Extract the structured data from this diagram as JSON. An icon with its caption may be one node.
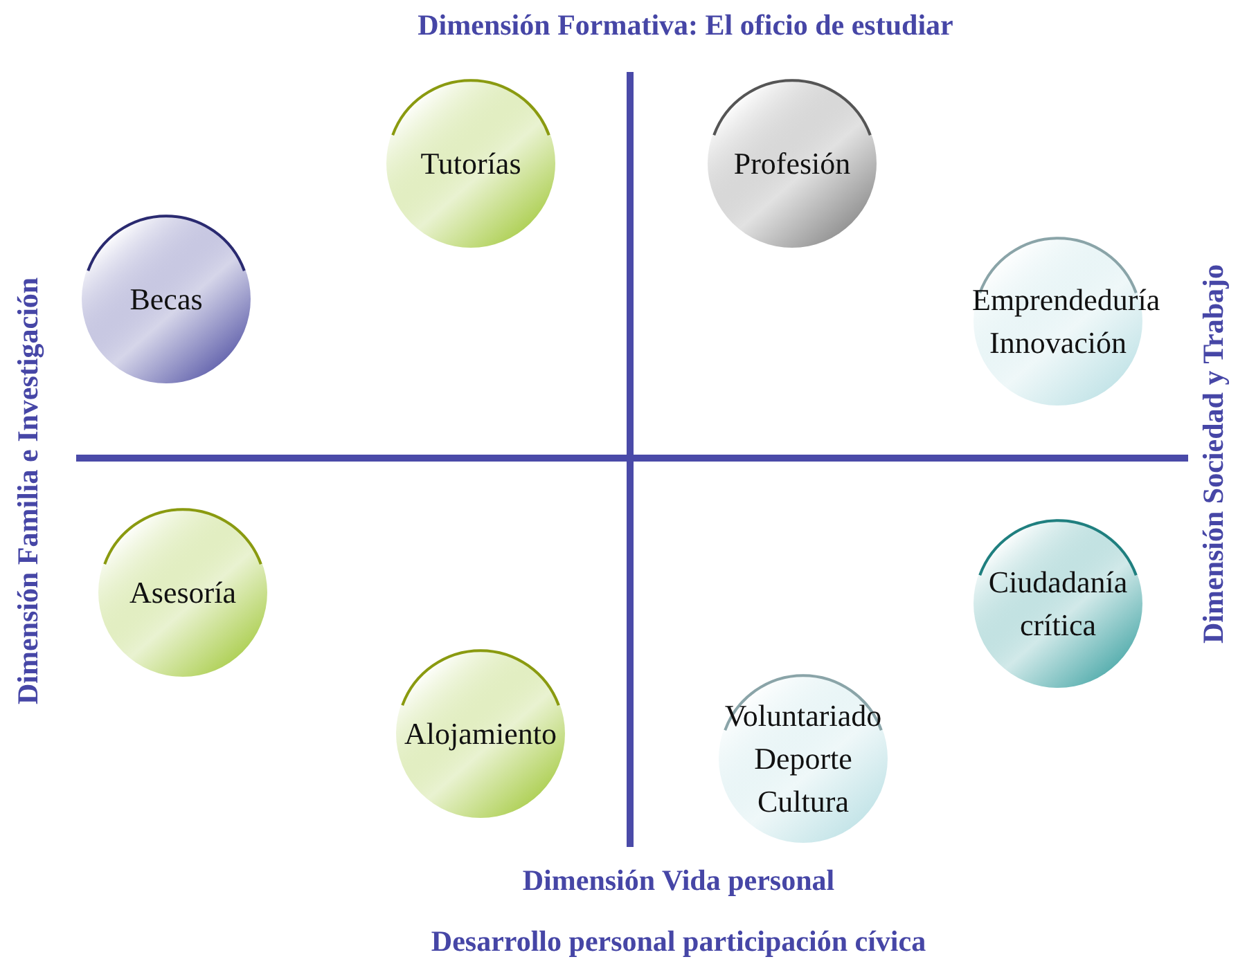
{
  "diagram": {
    "nodes": [
      {
        "text": [
          "Tutorías"
        ]
      },
      {
        "text": [
          "Profesión"
        ]
      },
      {
        "text": [
          "Becas"
        ]
      },
      {
        "text": [
          "Emprendeduría Innovación"
        ]
      },
      {
        "text": [
          "Asesoría"
        ]
      },
      {
        "text": [
          "Ciudadanía crítica"
        ]
      },
      {
        "text": [
          "Alojamiento"
        ]
      },
      {
        "text": [
          "Voluntariado Deporte Cultura"
        ]
      }
    ],
    "edges": [],
    "labels": [
      "Dimensión Formativa: El oficio de estudiar",
      "Dimensión Familia e Investigación",
      "Dimensión Sociedad y Trabajo",
      "Dimensión Vida personal",
      "Desarrollo personal participación cívica"
    ]
  }
}
